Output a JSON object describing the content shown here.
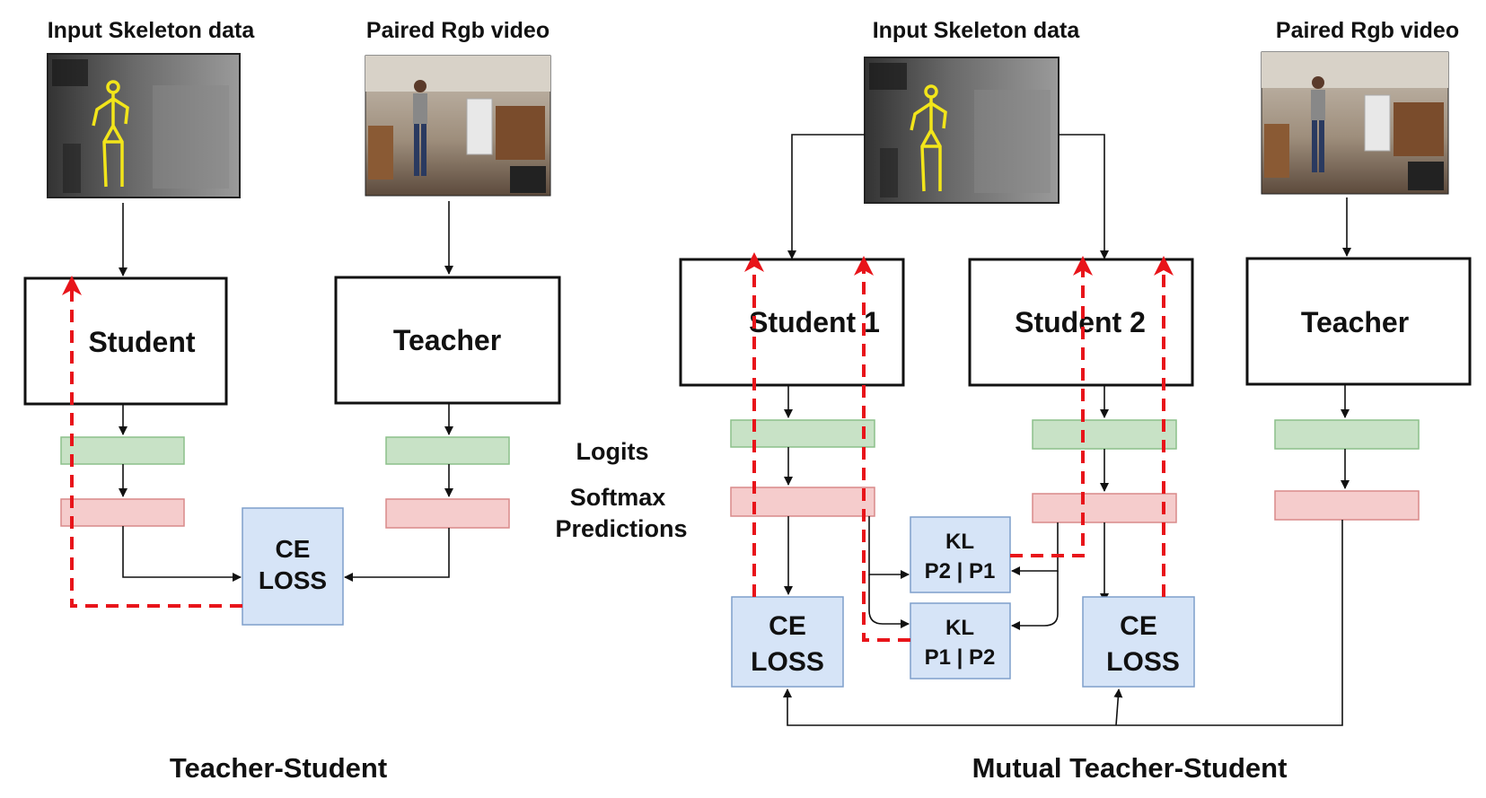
{
  "left": {
    "skeleton_caption": "Input Skeleton data",
    "rgb_caption": "Paired Rgb video",
    "student_label": "Student",
    "teacher_label": "Teacher",
    "loss_line1": "CE",
    "loss_line2": "LOSS",
    "footer": "Teacher-Student"
  },
  "legend": {
    "logits": "Logits",
    "softmax_line1": "Softmax",
    "softmax_line2": "Predictions",
    "logits_color": "#2a9d2a",
    "softmax_color": "#a01818"
  },
  "right": {
    "skeleton_caption": "Input Skeleton data",
    "rgb_caption": "Paired Rgb video",
    "student1_label": "Student 1",
    "student2_label": "Student 2",
    "teacher_label": "Teacher",
    "ce1_line1": "CE",
    "ce1_line2": "LOSS",
    "ce2_line1": "CE",
    "ce2_line2": "LOSS",
    "kl1_line1": "KL",
    "kl1_line2": "P2 | P1",
    "kl2_line1": "KL",
    "kl2_line2": "P1 | P2",
    "footer": "Mutual Teacher-Student"
  },
  "colors": {
    "logits_fill": "#c8e2c6",
    "logits_stroke": "#8cc08a",
    "softmax_fill": "#f5cccc",
    "softmax_stroke": "#d98a8a",
    "loss_fill": "#d6e4f7",
    "loss_stroke": "#7e9fcb",
    "gradient_arrow": "#e8141a"
  }
}
